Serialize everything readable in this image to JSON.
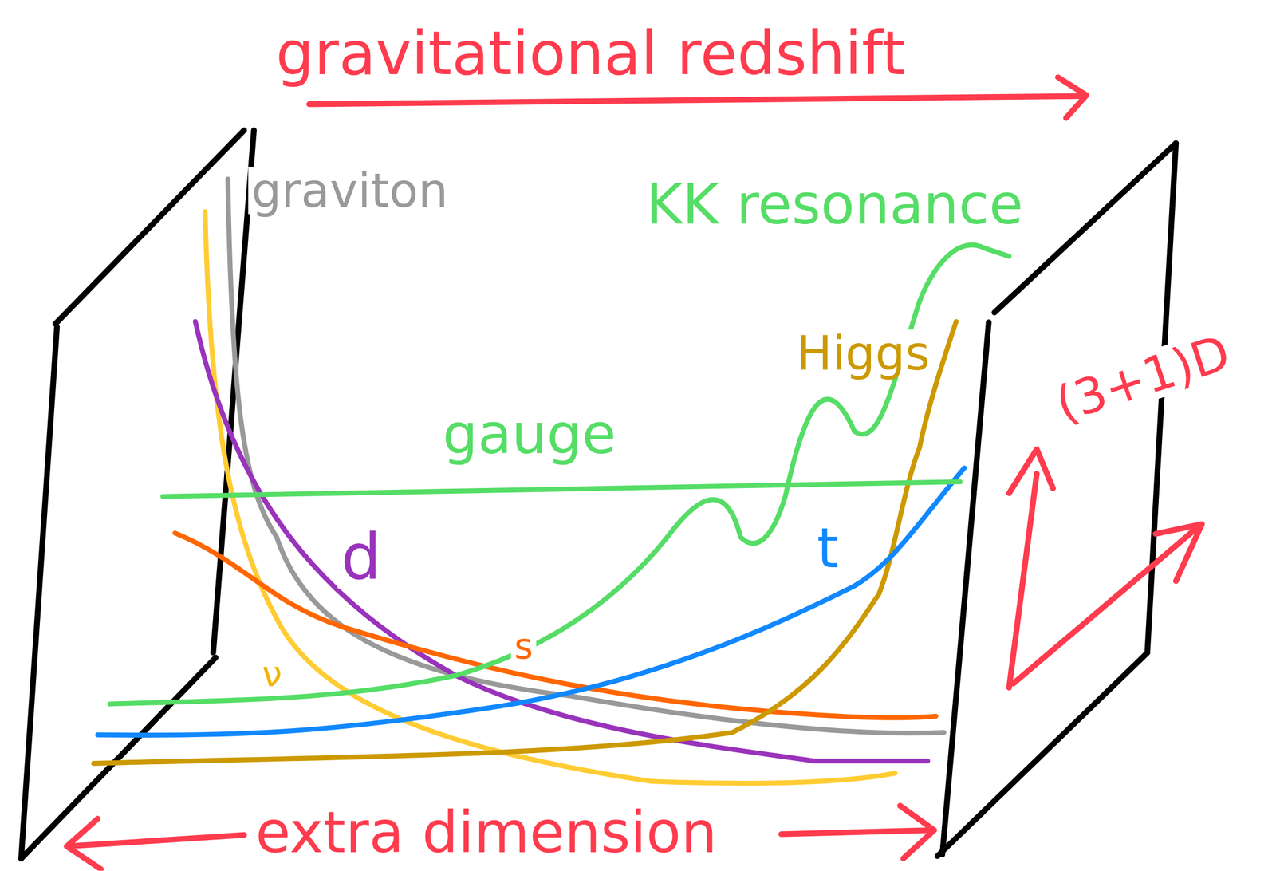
{
  "diagram": {
    "title": "gravitational redshift",
    "labels": [
      "graviton",
      "KK resonance",
      "Higgs",
      "gauge",
      "(3+1)D",
      "d",
      "t",
      "s",
      "ν",
      "extra dimension"
    ]
  }
}
